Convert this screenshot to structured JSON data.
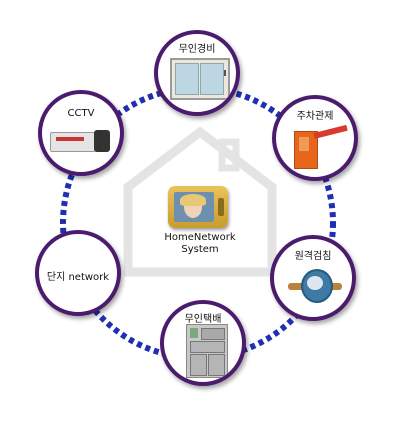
{
  "center": {
    "line1": "HomeNetwork",
    "line2": "System"
  },
  "nodes": {
    "top": {
      "label": "무인경비",
      "icon": "door-icon"
    },
    "upper_right": {
      "label": "주차관제",
      "icon": "parking-barrier-icon"
    },
    "lower_right": {
      "label": "원격검침",
      "icon": "water-meter-icon"
    },
    "bottom": {
      "label": "무인택배",
      "icon": "delivery-locker-icon"
    },
    "left": {
      "label": "단지 network",
      "icon": ""
    },
    "upper_left": {
      "label": "CCTV",
      "icon": "cctv-camera-icon"
    }
  },
  "colors": {
    "ring_dots": "#1f2fb4",
    "node_border": "#4b1b6e",
    "house": "#e6e6e6"
  }
}
